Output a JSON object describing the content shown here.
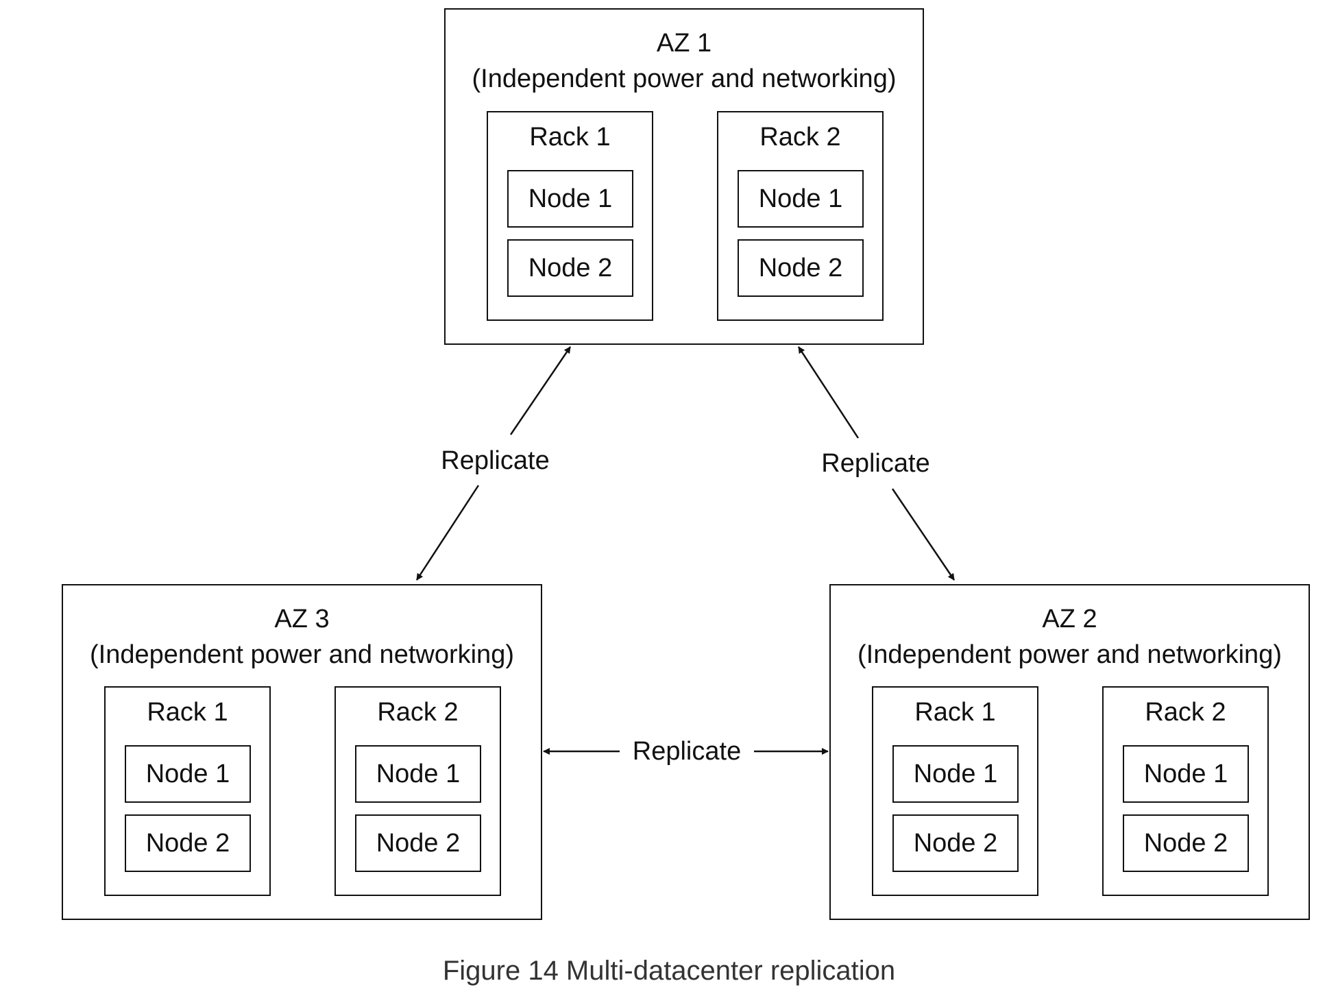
{
  "zones": [
    {
      "id": "az1",
      "title": "AZ 1",
      "subtitle": "(Independent power and networking)",
      "racks": [
        {
          "title": "Rack 1",
          "nodes": [
            "Node 1",
            "Node 2"
          ]
        },
        {
          "title": "Rack 2",
          "nodes": [
            "Node 1",
            "Node 2"
          ]
        }
      ]
    },
    {
      "id": "az3",
      "title": "AZ 3",
      "subtitle": "(Independent power and networking)",
      "racks": [
        {
          "title": "Rack 1",
          "nodes": [
            "Node 1",
            "Node 2"
          ]
        },
        {
          "title": "Rack 2",
          "nodes": [
            "Node 1",
            "Node 2"
          ]
        }
      ]
    },
    {
      "id": "az2",
      "title": "AZ 2",
      "subtitle": "(Independent power and networking)",
      "racks": [
        {
          "title": "Rack 1",
          "nodes": [
            "Node 1",
            "Node 2"
          ]
        },
        {
          "title": "Rack 2",
          "nodes": [
            "Node 1",
            "Node 2"
          ]
        }
      ]
    }
  ],
  "links": [
    {
      "from": "az1",
      "to": "az3",
      "label": "Replicate"
    },
    {
      "from": "az1",
      "to": "az2",
      "label": "Replicate"
    },
    {
      "from": "az3",
      "to": "az2",
      "label": "Replicate"
    }
  ],
  "caption": "Figure 14 Multi-datacenter replication"
}
